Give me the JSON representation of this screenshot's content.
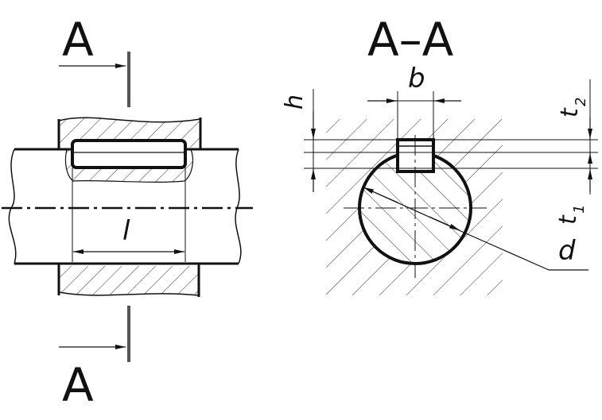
{
  "section_marks": {
    "top_letter": "A",
    "bottom_letter": "A",
    "section_title": "A–A"
  },
  "dimensions": {
    "length": "l",
    "width": "b",
    "height": "h",
    "depth_shaft": "t",
    "depth_shaft_sub": "1",
    "depth_hub": "t",
    "depth_hub_sub": "2",
    "diameter": "d"
  },
  "colors": {
    "line": "#111111",
    "hatch": "#333333",
    "center_line": "#111111"
  }
}
